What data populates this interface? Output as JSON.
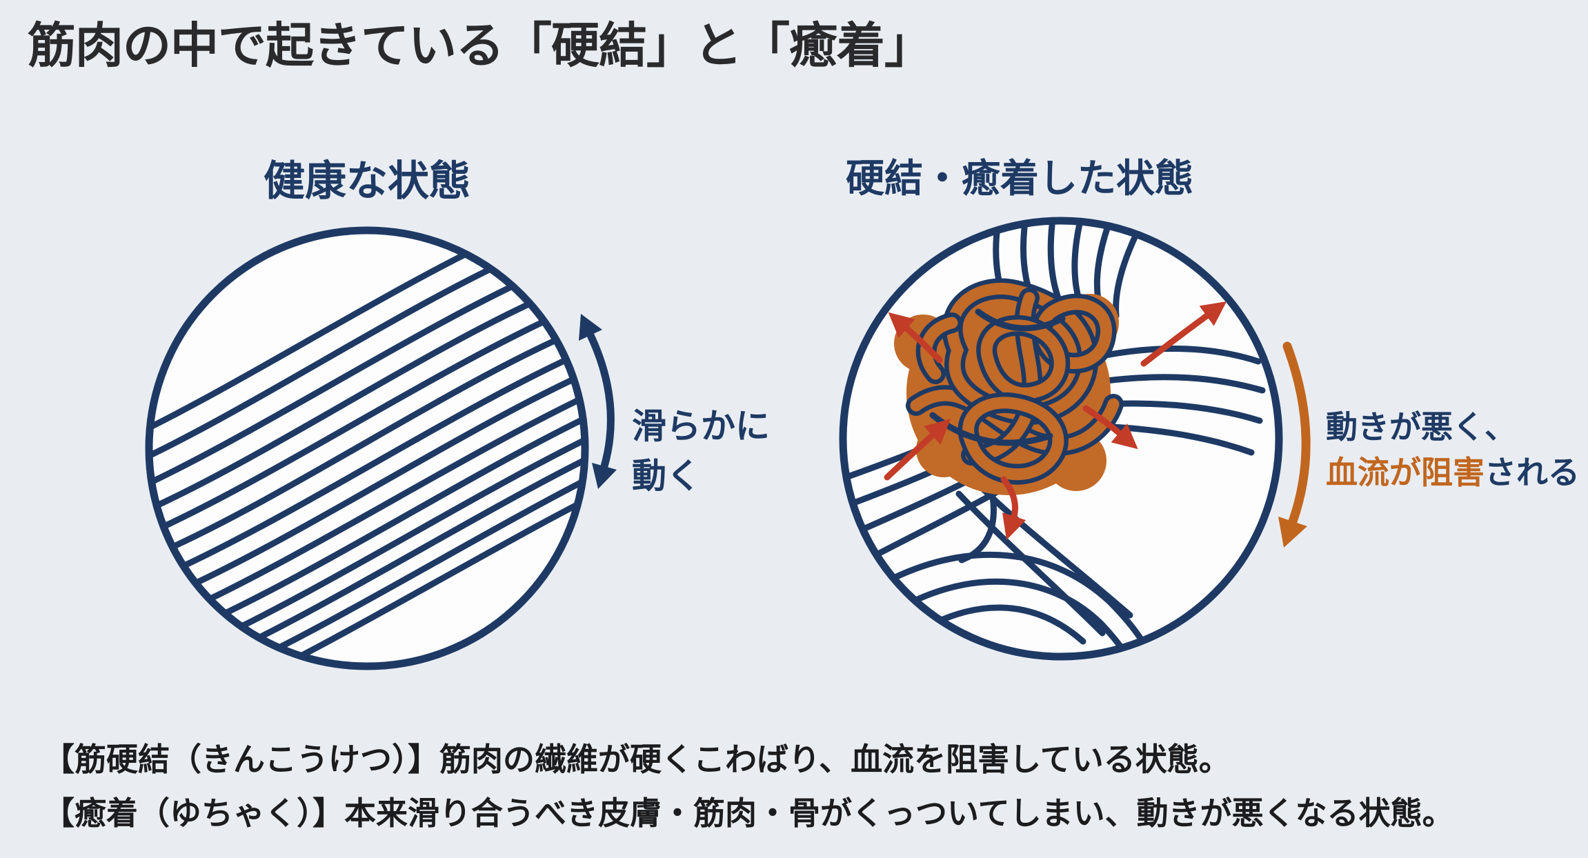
{
  "title": "筋肉の中で起きている「硬結」と「癒着」",
  "colors": {
    "background": "#e9edf2",
    "navy": "#1e3a64",
    "orange_accent": "#c1661f",
    "knot_orange": "#c26a28",
    "red_arrow": "#c23c28",
    "text_ink": "#2a2a2c",
    "circle_fill": "#fdfdfe"
  },
  "healthy": {
    "label": "健康な状態",
    "annotation_line1": "滑らかに",
    "annotation_line2": "動く"
  },
  "affected": {
    "label": "硬結・癒着した状態",
    "annotation_line1": "動きが悪く、",
    "annotation_line2_highlight": "血流が阻害",
    "annotation_line2_rest": "される"
  },
  "footnotes": {
    "line1": "【筋硬結（きんこうけつ）】筋肉の繊維が硬くこわばり、血流を阻害している状態。",
    "line2": "【癒着（ゆちゃく）】本来滑り合うべき皮膚・筋肉・骨がくっついてしまい、動きが悪くなる状態。"
  },
  "icons": {
    "smooth_motion_arrow": "double-headed-curved-arrow",
    "restricted_motion_arrow": "curved-single-arrow-down",
    "tension_arrows": "small-radial-arrows"
  }
}
